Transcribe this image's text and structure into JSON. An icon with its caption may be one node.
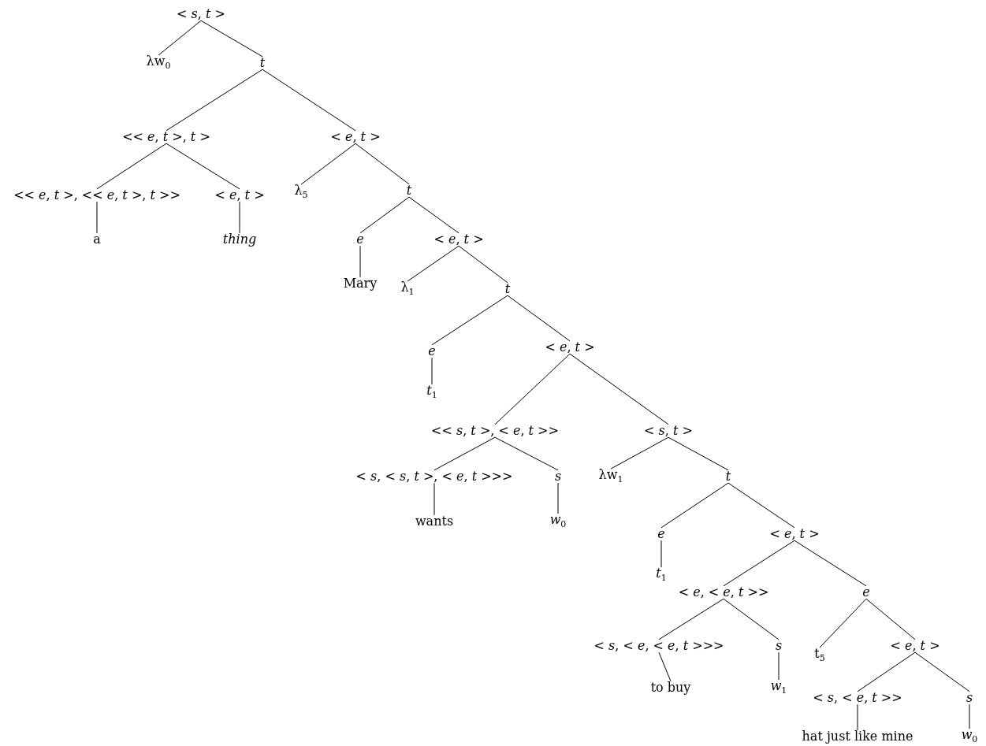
{
  "diagram": {
    "nodes": [
      {
        "text": [
          "< *s*, *t* >"
        ]
      },
      {
        "text": [
          "λw$_{0}$"
        ]
      },
      {
        "text": [
          "t"
        ]
      },
      {
        "text": [
          "<< *e*, *t* >, *t* >"
        ]
      },
      {
        "text": [
          "< *e*, *t* >"
        ]
      },
      {
        "text": [
          "<< *e*, *t* >, << *e*, *t* >, *t* >>"
        ]
      },
      {
        "text": [
          "< *e*, *t* >"
        ]
      },
      {
        "text": [
          "a"
        ]
      },
      {
        "text": [
          "thing"
        ]
      },
      {
        "text": [
          "λ$_{5}$"
        ]
      },
      {
        "text": [
          "t"
        ]
      },
      {
        "text": [
          "e"
        ]
      },
      {
        "text": [
          "< *e*, *t* >"
        ]
      },
      {
        "text": [
          "Mary"
        ]
      },
      {
        "text": [
          "λ$_{1}$"
        ]
      },
      {
        "text": [
          "t"
        ]
      },
      {
        "text": [
          "e"
        ]
      },
      {
        "text": [
          "< *e*, *t* >"
        ]
      },
      {
        "text": [
          "*t*$_{1}$"
        ]
      },
      {
        "text": [
          "<< *s*, *t* >, < *e*, *t* >>"
        ]
      },
      {
        "text": [
          "< *s*, *t* >"
        ]
      },
      {
        "text": [
          "< *s*, < *s*, *t* >, < *e*, *t* >>>"
        ]
      },
      {
        "text": [
          "s"
        ]
      },
      {
        "text": [
          "wants"
        ]
      },
      {
        "text": [
          "*w*$_{0}$"
        ]
      },
      {
        "text": [
          "λw$_{1}$"
        ]
      },
      {
        "text": [
          "t"
        ]
      },
      {
        "text": [
          "e"
        ]
      },
      {
        "text": [
          "< *e*, *t* >"
        ]
      },
      {
        "text": [
          "*t*$_{1}$"
        ]
      },
      {
        "text": [
          "< *e*, < *e*, *t* >>"
        ]
      },
      {
        "text": [
          "e"
        ]
      },
      {
        "text": [
          "< *s*, < *e*, < *e*, *t* >>>"
        ]
      },
      {
        "text": [
          "s"
        ]
      },
      {
        "text": [
          "to buy"
        ]
      },
      {
        "text": [
          "*w*$_{1}$"
        ]
      },
      {
        "text": [
          "t$_{5}$"
        ]
      },
      {
        "text": [
          "< *e*, *t* >"
        ]
      },
      {
        "text": [
          "< *s*, < *e*, *t* >>"
        ]
      },
      {
        "text": [
          "s"
        ]
      },
      {
        "text": [
          "hat just like mine"
        ]
      },
      {
        "text": [
          "*w*$_{0}$"
        ]
      }
    ],
    "edges": [
      {
        "from": 0,
        "to": 1,
        "arrow": "none"
      },
      {
        "from": 0,
        "to": 2,
        "arrow": "none"
      },
      {
        "from": 2,
        "to": 3,
        "arrow": "none"
      },
      {
        "from": 2,
        "to": 4,
        "arrow": "none"
      },
      {
        "from": 3,
        "to": 5,
        "arrow": "none"
      },
      {
        "from": 3,
        "to": 6,
        "arrow": "none"
      },
      {
        "from": 5,
        "to": 7,
        "arrow": "none"
      },
      {
        "from": 6,
        "to": 8,
        "arrow": "none"
      },
      {
        "from": 4,
        "to": 9,
        "arrow": "none"
      },
      {
        "from": 4,
        "to": 10,
        "arrow": "none"
      },
      {
        "from": 10,
        "to": 11,
        "arrow": "none"
      },
      {
        "from": 10,
        "to": 12,
        "arrow": "none"
      },
      {
        "from": 11,
        "to": 13,
        "arrow": "none"
      },
      {
        "from": 12,
        "to": 14,
        "arrow": "none"
      },
      {
        "from": 12,
        "to": 15,
        "arrow": "none"
      },
      {
        "from": 15,
        "to": 16,
        "arrow": "none"
      },
      {
        "from": 15,
        "to": 17,
        "arrow": "none"
      },
      {
        "from": 16,
        "to": 18,
        "arrow": "none"
      },
      {
        "from": 17,
        "to": 19,
        "arrow": "none"
      },
      {
        "from": 17,
        "to": 20,
        "arrow": "none"
      },
      {
        "from": 19,
        "to": 21,
        "arrow": "none"
      },
      {
        "from": 19,
        "to": 22,
        "arrow": "none"
      },
      {
        "from": 21,
        "to": 23,
        "arrow": "none"
      },
      {
        "from": 22,
        "to": 24,
        "arrow": "none"
      },
      {
        "from": 20,
        "to": 25,
        "arrow": "none"
      },
      {
        "from": 20,
        "to": 26,
        "arrow": "none"
      },
      {
        "from": 26,
        "to": 27,
        "arrow": "none"
      },
      {
        "from": 26,
        "to": 28,
        "arrow": "none"
      },
      {
        "from": 27,
        "to": 29,
        "arrow": "none"
      },
      {
        "from": 28,
        "to": 30,
        "arrow": "none"
      },
      {
        "from": 28,
        "to": 31,
        "arrow": "none"
      },
      {
        "from": 30,
        "to": 32,
        "arrow": "none"
      },
      {
        "from": 30,
        "to": 33,
        "arrow": "none"
      },
      {
        "from": 32,
        "to": 34,
        "arrow": "none"
      },
      {
        "from": 33,
        "to": 35,
        "arrow": "none"
      },
      {
        "from": 31,
        "to": 36,
        "arrow": "none"
      },
      {
        "from": 31,
        "to": 37,
        "arrow": "none"
      },
      {
        "from": 37,
        "to": 38,
        "arrow": "none"
      },
      {
        "from": 37,
        "to": 39,
        "arrow": "none"
      },
      {
        "from": 38,
        "to": 40,
        "arrow": "none"
      },
      {
        "from": 39,
        "to": 41,
        "arrow": "none"
      }
    ]
  }
}
